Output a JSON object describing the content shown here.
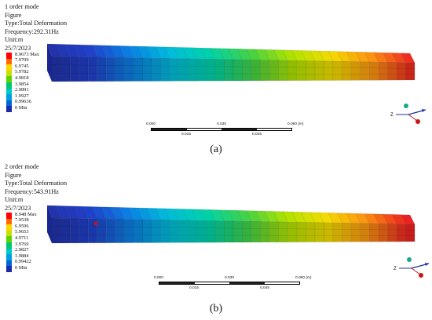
{
  "panels": [
    {
      "id": "a",
      "info": {
        "mode": "1 order mode",
        "figure": "Figure",
        "type": "Type:Total Deformation",
        "frequency": "Frequency:292.31Hz",
        "unit": "Unit:m",
        "date": "25/7/2023"
      },
      "legend": [
        {
          "label": "8.9673 Max",
          "color": "#ff0000"
        },
        {
          "label": "7.9709",
          "color": "#ff6a00"
        },
        {
          "label": "6.9745",
          "color": "#ffd200"
        },
        {
          "label": "5.9782",
          "color": "#c8e200"
        },
        {
          "label": "4.9818",
          "color": "#5fd400"
        },
        {
          "label": "3.9854",
          "color": "#00c86e"
        },
        {
          "label": "2.9891",
          "color": "#00c8c8"
        },
        {
          "label": "1.9927",
          "color": "#00a0dc"
        },
        {
          "label": "0.99636",
          "color": "#0064dc"
        },
        {
          "label": "0 Min",
          "color": "#1a2aa8"
        }
      ],
      "scalebar": {
        "top_labels": [
          "0.000",
          "0.030",
          "0.060 (m)"
        ],
        "bottom_labels": [
          "0.015",
          "0.045"
        ]
      },
      "axis_labels": {
        "z": "Z"
      },
      "caption": "(a)"
    },
    {
      "id": "b",
      "info": {
        "mode": "2 order mode",
        "figure": "Figure",
        "type": "Type:Total Deformation",
        "frequency": "Frequency:543.91Hz",
        "unit": "Unit:m",
        "date": "25/7/2023"
      },
      "legend": [
        {
          "label": "8.948 Max",
          "color": "#ff0000"
        },
        {
          "label": "7.9538",
          "color": "#ff6a00"
        },
        {
          "label": "6.9596",
          "color": "#ffd200"
        },
        {
          "label": "5.9653",
          "color": "#c8e200"
        },
        {
          "label": "4.9711",
          "color": "#5fd400"
        },
        {
          "label": "3.9769",
          "color": "#00c86e"
        },
        {
          "label": "2.9827",
          "color": "#00c8c8"
        },
        {
          "label": "1.9884",
          "color": "#00a0dc"
        },
        {
          "label": "0.99422",
          "color": "#0064dc"
        },
        {
          "label": "0 Min",
          "color": "#1a2aa8"
        }
      ],
      "scalebar": {
        "top_labels": [
          "0.000",
          "0.030",
          "0.060 (m)"
        ],
        "bottom_labels": [
          "0.015",
          "0.045"
        ]
      },
      "axis_labels": {
        "z": "Z"
      },
      "caption": "(b)"
    }
  ],
  "colors": {
    "beam_gradient": [
      "#2030a0",
      "#1e3cc0",
      "#0a7ad8",
      "#00b4d0",
      "#00c8a0",
      "#40c840",
      "#a8d800",
      "#e8d000",
      "#f08a10",
      "#e02020"
    ],
    "axis_x": "#1e2fa0",
    "axis_y": "#c81414",
    "axis_z": "#1aa88c"
  }
}
